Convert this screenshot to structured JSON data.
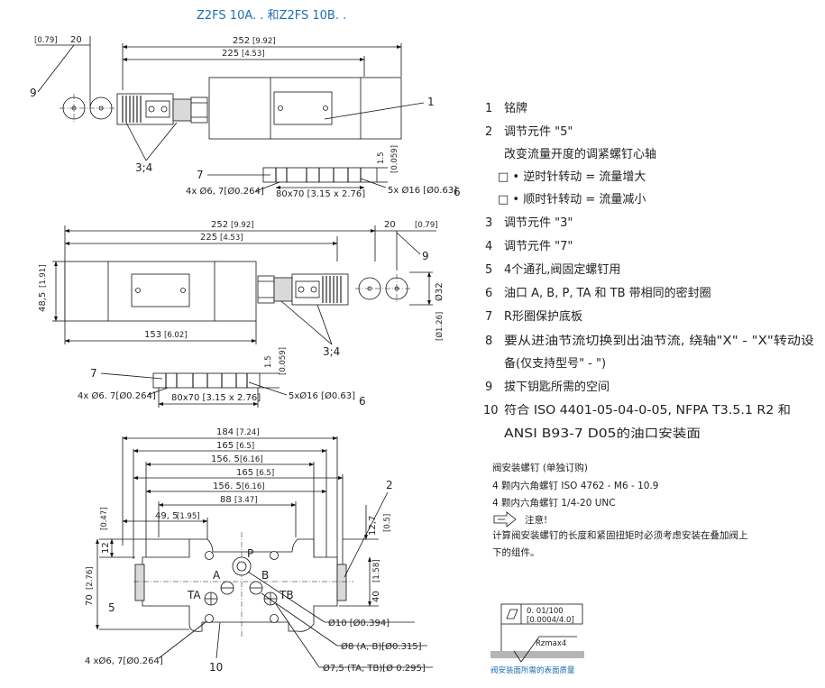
{
  "title": "Z2FS 10A. . 和Z2FS 10B. .",
  "view1": {
    "d_079": "[0.79]",
    "d_20": "20",
    "d_252": "252",
    "d_252b": "[9.92]",
    "d_225": "225",
    "d_225b": "[4.53]",
    "c9": "9",
    "c1": "1",
    "c34": "3;4",
    "c7": "7",
    "c6": "6",
    "d_15": "1.5",
    "d_0059": "[0.059]",
    "d_holes": "4x Ø6, 7[Ø0.264]",
    "d_80": "80x70 [3.15 x 2.76]",
    "d_5x16": "5x Ø16 [Ø0.63]"
  },
  "view2": {
    "d_252": "252",
    "d_252b": "[9.92]",
    "d_225": "225",
    "d_225b": "[4.53]",
    "d_20": "20",
    "d_079": "[0.79]",
    "c9": "9",
    "d_485": "48,5",
    "d_485b": "[1.91]",
    "d_32": "Ø32",
    "d_126": "[Ø1.26]",
    "d_153": "153",
    "d_153b": "[6.02]",
    "c34": "3;4",
    "c7": "7",
    "c6": "6",
    "d_15": "1.5",
    "d_0059": "[0.059]",
    "d_holes": "4x Ø6. 7[Ø0.264]",
    "d_80": "80x70 [3.15 x 2.76]",
    "d_5x16": "5xØ16 [Ø0.63]"
  },
  "view3": {
    "d_184": "184",
    "d_184b": "[7.24]",
    "d_165a": "165",
    "d_165ab": "[6.5]",
    "d_156a": "156. 5",
    "d_156ab": "[6.16]",
    "d_165b": "165",
    "d_165bb": "[6.5]",
    "d_156b": "156. 5",
    "d_156bb": "[6.16]",
    "d_88": "88",
    "d_88b": "[3.47]",
    "d_495": "49, 5",
    "d_495b": "[1.95]",
    "d_047": "[0.47]",
    "d_12": "12",
    "d_70": "70",
    "d_70b": "[2.76]",
    "c5": "5",
    "d_127": "12,7",
    "d_05": "[0.5]",
    "d_40": "40",
    "d_40b": "[1.58]",
    "c2": "2",
    "p_P": "P",
    "p_A": "A",
    "p_B": "B",
    "p_TA": "TA",
    "p_TB": "TB",
    "d_10": "Ø10 [Ø0.394]",
    "d_8": "Ø8 (A, B)[Ø0.315]",
    "d_75": "Ø7,5 (TA, TB)[Ø 0.295]",
    "d_holes": "4 xØ6, 7[Ø0.264]",
    "c10": "10"
  },
  "legend": [
    {
      "num": "1",
      "text": "铭牌"
    },
    {
      "num": "2",
      "text": "调节元件 \"5\""
    },
    {
      "num": "",
      "text": "改变流量开度的调紧螺钉心轴"
    },
    {
      "num": "",
      "text": "□ • 逆时针转动 = 流量增大"
    },
    {
      "num": "",
      "text": "□ • 顺时针转动 = 流量减小"
    },
    {
      "num": "3",
      "text": "调节元件 \"3\""
    },
    {
      "num": "4",
      "text": "调节元件 \"7\""
    },
    {
      "num": "5",
      "text": "4个通孔,阀固定螺钉用"
    },
    {
      "num": "6",
      "text": "油口 A, B, P, TA 和 TB 带相同的密封圈"
    },
    {
      "num": "7",
      "text": "R形圈保护底板"
    },
    {
      "num": "8",
      "text": "要从进油节流切换到出油节流, 绕轴\"X\" - \"X\"转动设"
    },
    {
      "num": "",
      "text": "备(仅支持型号\" - \")"
    },
    {
      "num": "9",
      "text": "拔下钥匙所需的空间"
    },
    {
      "num": "10",
      "text": "符合 ISO 4401-05-04-0-05, NFPA T3.5.1 R2 和"
    },
    {
      "num": "",
      "text": "ANSI B93-7 D05的油口安装面"
    }
  ],
  "notes": {
    "head": "阀安装螺钉 (单独订购)",
    "line1": "4 颗内六角螺钉 ISO 4762 - M6 - 10.9",
    "line2": "4 颗内六角螺钉 1/4-20 UNC",
    "attention": "注意!",
    "text1": "计算阀安装螺钉的长度和紧固扭矩时必须考虑安装在叠加阀上",
    "text2": "下的组件。"
  },
  "surface": {
    "flat1": "0. 01/100",
    "flat2": "[0.0004/4.0]",
    "rz": "Rzmax4",
    "caption": "阀安装面所需的表面质量"
  }
}
